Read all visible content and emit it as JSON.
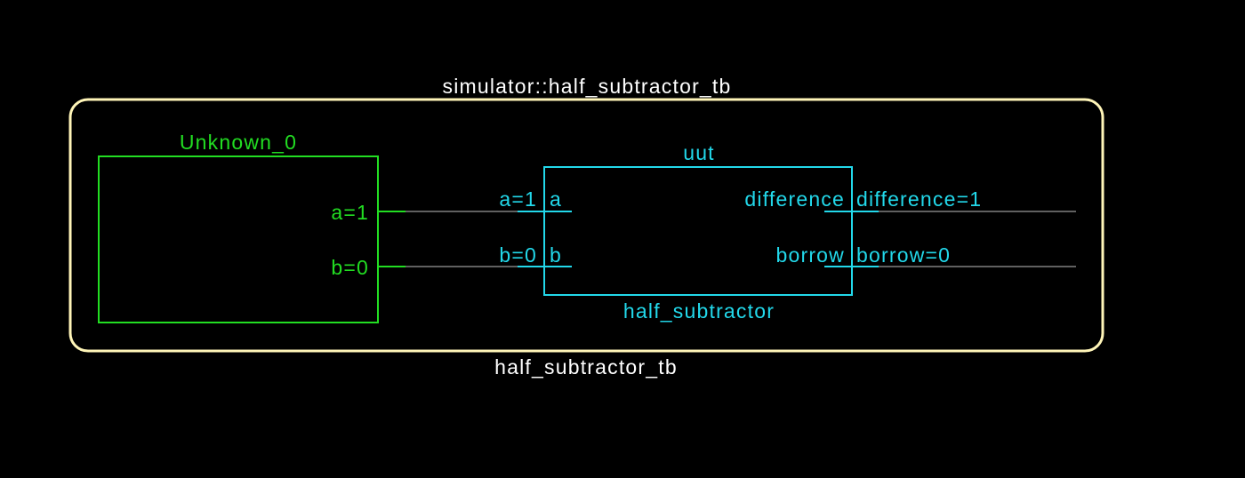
{
  "colors": {
    "background": "#000000",
    "testbench": "#fff5b8",
    "stimulus": "#22dd22",
    "instance": "#22d8ea",
    "wire": "#808080"
  },
  "testbench": {
    "title": "simulator::half_subtractor_tb",
    "name": "half_subtractor_tb"
  },
  "stimulus": {
    "name": "Unknown_0",
    "port_a": "a=1",
    "port_b": "b=0"
  },
  "instance": {
    "name": "uut",
    "module": "half_subtractor",
    "in_a_value": "a=1",
    "in_a_port": "a",
    "in_b_value": "b=0",
    "in_b_port": "b",
    "out_diff_port": "difference",
    "out_diff_value": "difference=1",
    "out_borrow_port": "borrow",
    "out_borrow_value": "borrow=0"
  }
}
